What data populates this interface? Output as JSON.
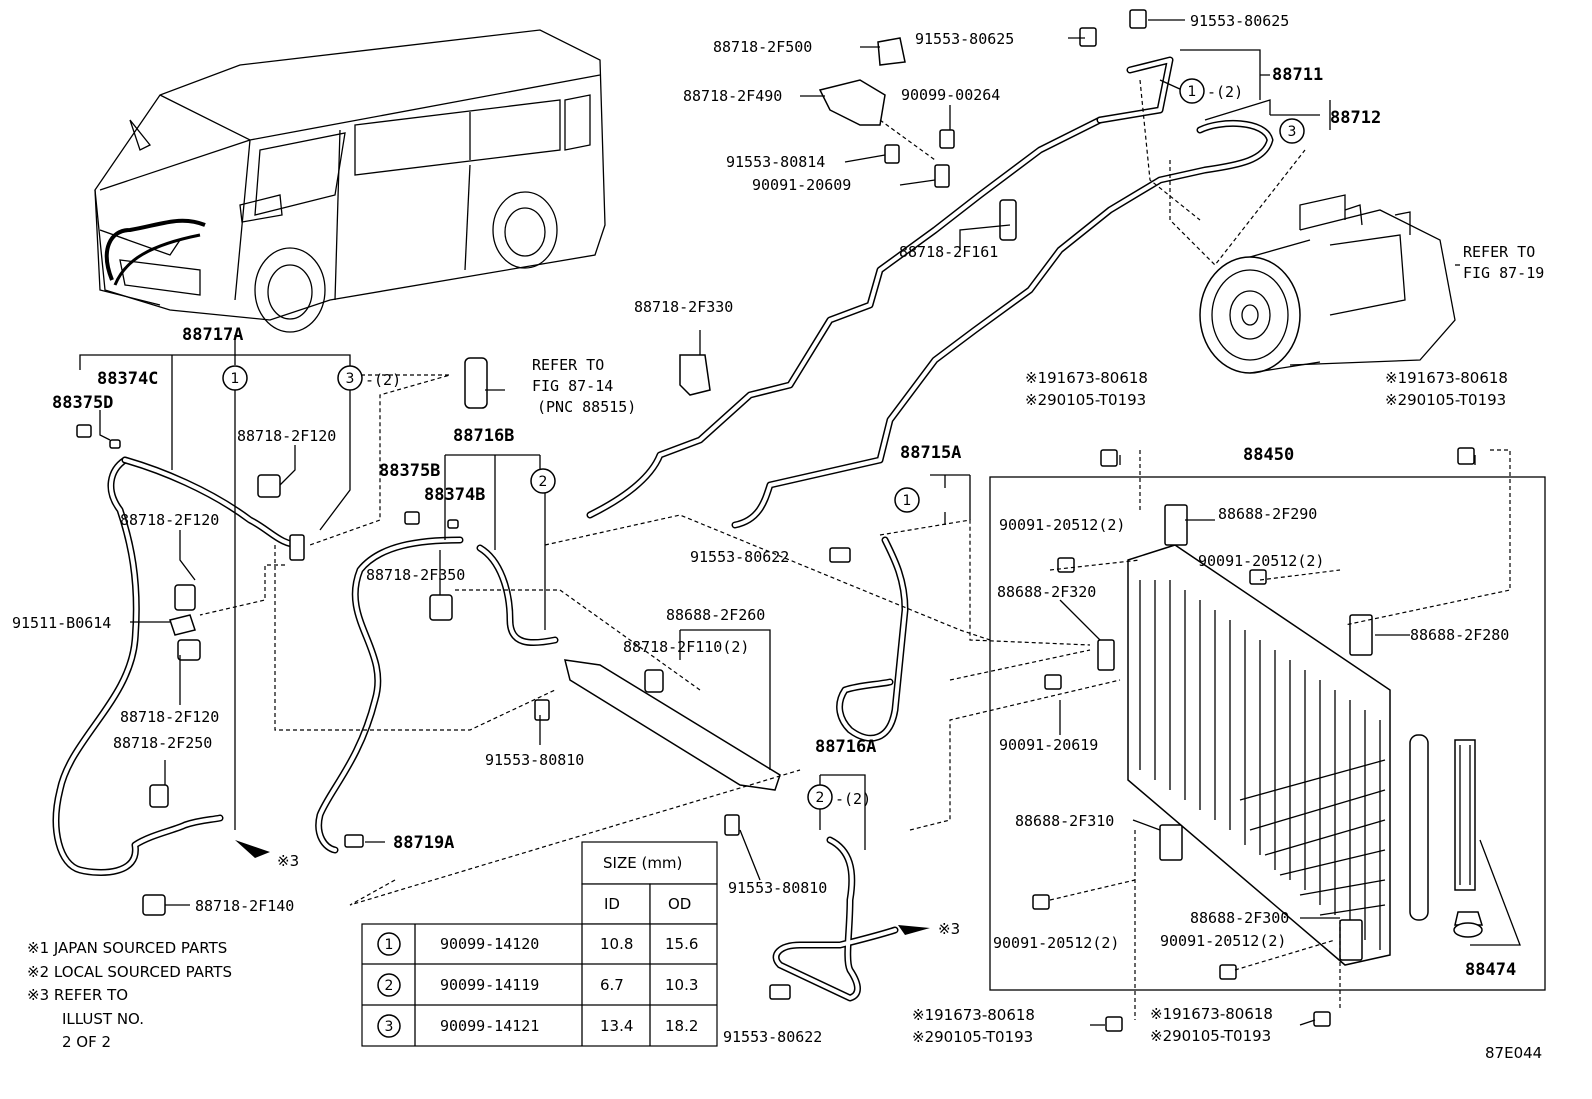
{
  "callouts": {
    "p88717A": "88717A",
    "p88374C": "88374C",
    "p88375D": "88375D",
    "p88718_2F120_a": "88718-2F120",
    "p88718_2F120_b": "88718-2F120",
    "p88718_2F120_c": "88718-2F120",
    "p91511_B0614": "91511-B0614",
    "p88718_2F250": "88718-2F250",
    "p88718_2F140": "88718-2F140",
    "p88716B": "88716B",
    "p88375B": "88375B",
    "p88374B": "88374B",
    "p88718_2F350": "88718-2F350",
    "p88719A": "88719A",
    "p91553_80810_a": "91553-80810",
    "p91553_80810_b": "91553-80810",
    "p88688_2F260": "88688-2F260",
    "p88718_2F110": "88718-2F110(2)",
    "p88716A": "88716A",
    "p91553_80622_a": "91553-80622",
    "p91553_80622_b": "91553-80622",
    "p88715A": "88715A",
    "p88718_2F330": "88718-2F330",
    "p88718_2F500": "88718-2F500",
    "p88718_2F490": "88718-2F490",
    "p91553_80814": "91553-80814",
    "p90091_20609": "90091-20609",
    "p90099_00264": "90099-00264",
    "p91553_80625_a": "91553-80625",
    "p91553_80625_b": "91553-80625",
    "p88711": "88711",
    "p88712": "88712",
    "p88718_2F161": "88718-2F161",
    "p88450": "88450",
    "p88688_2F290": "88688-2F290",
    "p88688_2F320": "88688-2F320",
    "p88688_2F280": "88688-2F280",
    "p88688_2F310": "88688-2F310",
    "p88688_2F300": "88688-2F300",
    "p90091_20512_a": "90091-20512(2)",
    "p90091_20512_b": "90091-20512(2)",
    "p90091_20512_c": "90091-20512(2)",
    "p90091_20512_d": "90091-20512(2)",
    "p90091_20619": "90091-20619",
    "p88474": "88474",
    "star1_tl": "※191673-80618",
    "star2_tl": "※290105-T0193",
    "star1_tr": "※191673-80618",
    "star2_tr": "※290105-T0193",
    "star1_bl": "※191673-80618",
    "star2_bl": "※290105-T0193",
    "star1_br": "※191673-80618",
    "star2_br": "※290105-T0193"
  },
  "refs": {
    "fig8714_a": "REFER TO",
    "fig8714_b": "FIG 87-14",
    "fig8714_c": "(PNC 88515)",
    "fig8719_a": "REFER TO",
    "fig8719_b": "FIG 87-19",
    "star3_a": "※3",
    "star3_b": "※3"
  },
  "circles": {
    "c1_a": "1",
    "c1_b": "1",
    "c1_c": "1",
    "c1_d": "1",
    "c2_a": "2",
    "c2_b": "2",
    "c2_c": "2",
    "c3_a": "3",
    "c3_b": "3",
    "c3_c": "3",
    "qty2": "-(2)"
  },
  "notes": {
    "n1": "※1 JAPAN SOURCED PARTS",
    "n2": "※2 LOCAL SOURCED PARTS",
    "n3": "※3 REFER TO",
    "n3b": "ILLUST NO.",
    "n3c": "2 OF 2"
  },
  "size_table": {
    "header": "SIZE (mm)",
    "col_id": "ID",
    "col_od": "OD",
    "rows": [
      {
        "mark": "1",
        "part": "90099-14120",
        "id": "10.8",
        "od": "15.6"
      },
      {
        "mark": "2",
        "part": "90099-14119",
        "id": "6.7",
        "od": "10.3"
      },
      {
        "mark": "3",
        "part": "90099-14121",
        "id": "13.4",
        "od": "18.2"
      }
    ]
  },
  "figure_code": "87E044"
}
